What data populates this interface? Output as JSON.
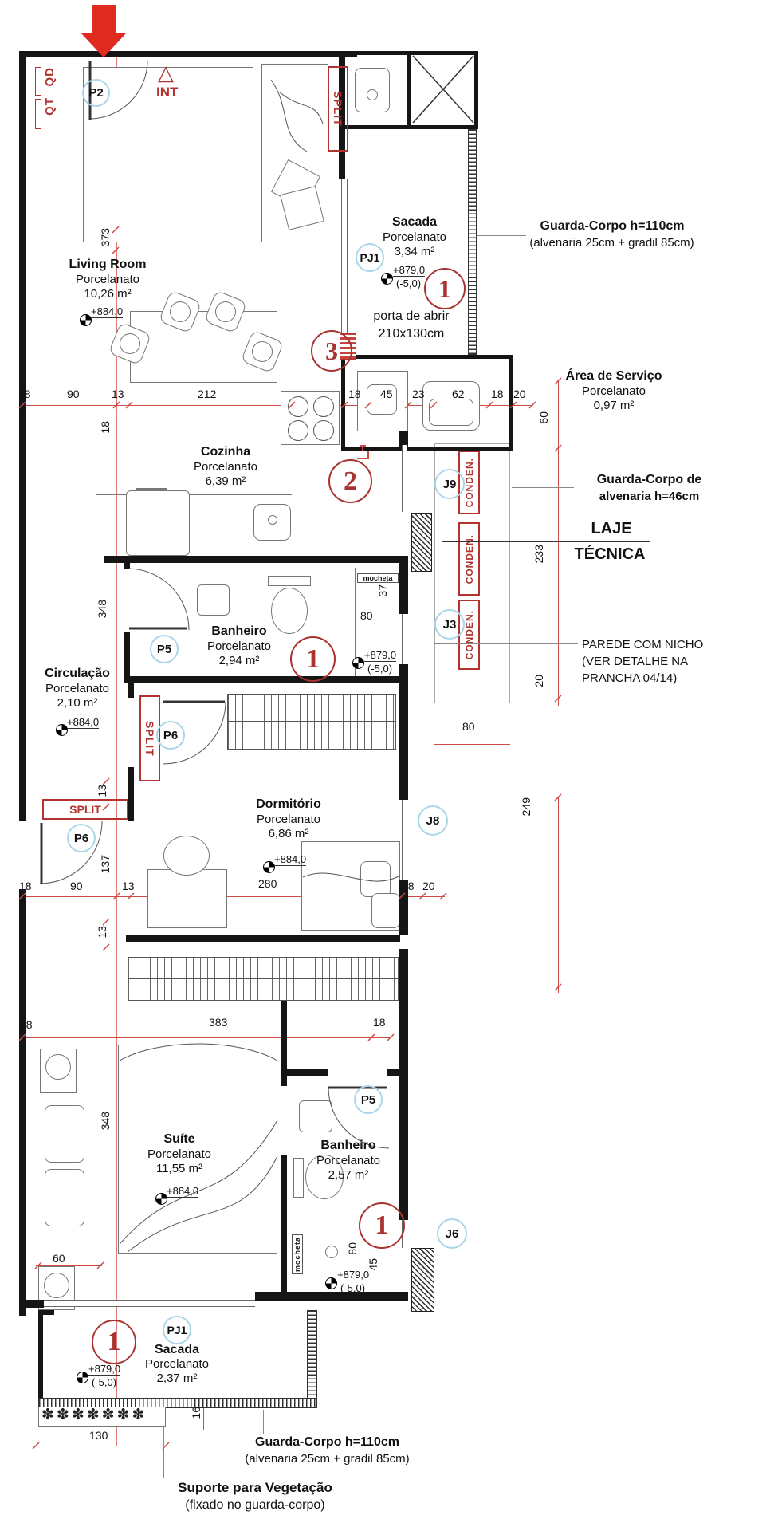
{
  "rooms": {
    "living": {
      "name": "Living Room",
      "material": "Porcelanato",
      "area": "10,26 m²"
    },
    "sacada_top": {
      "name": "Sacada",
      "material": "Porcelanato",
      "area": "3,34 m²"
    },
    "area_servico": {
      "name": "Área de Serviço",
      "material": "Porcelanato",
      "area": "0,97 m²"
    },
    "cozinha": {
      "name": "Cozinha",
      "material": "Porcelanato",
      "area": "6,39 m²"
    },
    "banheiro": {
      "name": "Banheiro",
      "material": "Porcelanato",
      "area": "2,94 m²"
    },
    "circulacao": {
      "name": "Circulação",
      "material": "Porcelanato",
      "area": "2,10 m²"
    },
    "dormitorio": {
      "name": "Dormitório",
      "material": "Porcelanato",
      "area": "6,86 m²"
    },
    "suite": {
      "name": "Suíte",
      "material": "Porcelanato",
      "area": "11,55 m²"
    },
    "banheiro_suite": {
      "name": "Banheiro",
      "material": "Porcelanato",
      "area": "2,57 m²"
    },
    "sacada_bottom": {
      "name": "Sacada",
      "material": "Porcelanato",
      "area": "2,37 m²"
    }
  },
  "door_tags": {
    "p2": "P2",
    "pj1": "PJ1",
    "p5": "P5",
    "p6": "P6"
  },
  "window_tags": {
    "j9": "J9",
    "j3": "J3",
    "j8": "J8",
    "j6": "J6"
  },
  "balloons": {
    "n1": "1",
    "n2": "2",
    "n3": "3"
  },
  "levels": {
    "l884": "+884,0",
    "l879": "+879,0",
    "minus5": "(-5,0)"
  },
  "labels": {
    "int": "INT",
    "qt": "QT",
    "qd": "QD",
    "split": "SPLIT",
    "conden": "CONDEN.",
    "mocheta": "mocheta",
    "porta_abrir_1": "porta de abrir",
    "porta_abrir_2": "210x130cm",
    "guarda110_1": "Guarda-Corpo h=110cm",
    "guarda110_2": "(alvenaria 25cm + gradil 85cm)",
    "guarda46_1": "Guarda-Corpo de",
    "guarda46_2": "alvenaria h=46cm",
    "laje_1": "LAJE",
    "laje_2": "TÉCNICA",
    "parede_1": "PAREDE COM NICHO",
    "parede_2": "(VER DETALHE NA",
    "parede_3": "PRANCHA 04/14)",
    "suporte_1": "Suporte para Vegetação",
    "suporte_2": "(fixado no guarda-corpo)"
  },
  "dims": {
    "row1": [
      "18",
      "90",
      "13",
      "212",
      "18",
      "45",
      "23",
      "62",
      "18",
      "20"
    ],
    "row2": [
      "18",
      "90",
      "13",
      "280",
      "18",
      "20"
    ],
    "row3": [
      "18",
      "383",
      "18"
    ],
    "v373": "373",
    "v18": "18",
    "v348": "348",
    "v13": "13",
    "v137": "137",
    "v37": "37",
    "d80": "80",
    "v60": "60",
    "v233": "233",
    "v20": "20",
    "v249": "249",
    "v16": "16",
    "d130": "130",
    "v45": "45",
    "d60": "60"
  },
  "colors": {
    "annotation_red": "#b23330",
    "dim_red": "#cf4a45",
    "tag_blue": "#a9d6e9",
    "wall_black": "#151515"
  }
}
